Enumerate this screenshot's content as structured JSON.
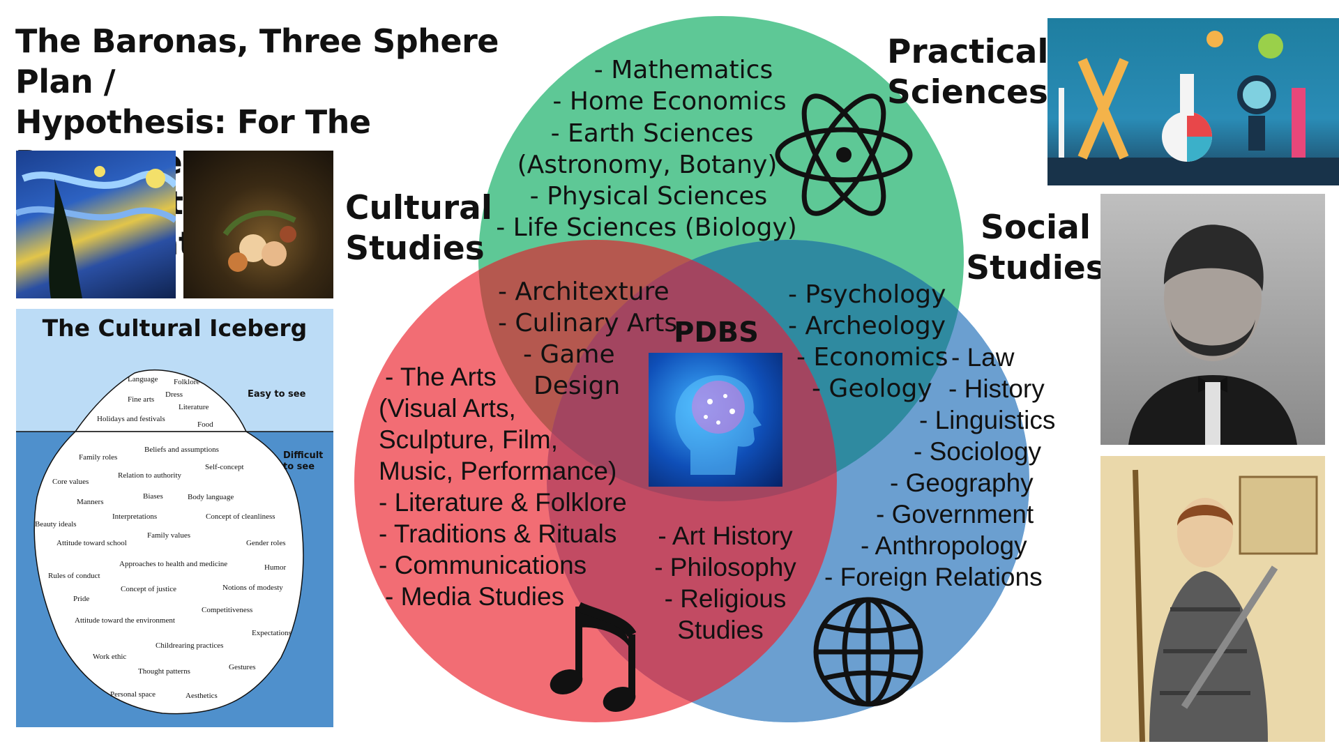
{
  "title": "The Baronas, Three Sphere Plan / Hypothesis: For The Betterment of Education and Globalization",
  "title_lines": [
    "The Baronas, Three Sphere Plan /",
    "Hypothesis: For The Betterment",
    "of Education and Globalization"
  ],
  "spheres": {
    "practical": {
      "label_lines": [
        "Practical",
        "Sciences"
      ],
      "color": "#5ec896"
    },
    "cultural": {
      "label_lines": [
        "Cultural",
        "Studies"
      ],
      "color": "#f26d74"
    },
    "social": {
      "label_lines": [
        "Social",
        "Studies"
      ],
      "color": "#4f93cf"
    }
  },
  "regions": {
    "practical_only": [
      "- Mathematics",
      "- Home Economics",
      "- Earth Sciences",
      "(Astronomy, Botany)",
      "- Physical Sciences",
      "- Life Sciences (Biology)"
    ],
    "cultural_practical": [
      "- Architexture",
      "- Culinary Arts",
      "- Game",
      "Design"
    ],
    "practical_social": [
      "- Psychology",
      "- Archeology",
      "- Economics",
      "- Geology"
    ],
    "center": "PDBS",
    "cultural_only": [
      "- The Arts",
      "(Visual Arts,",
      "Sculpture, Film,",
      "Music, Performance)",
      "- Literature & Folklore",
      "- Traditions & Rituals",
      "- Communications",
      "- Media Studies"
    ],
    "cultural_social": [
      "- Art History",
      "- Philosophy",
      "- Religious",
      "Studies"
    ],
    "social_only": [
      "- Law",
      "- History",
      "- Linguistics",
      "- Sociology",
      "- Geography",
      "- Government",
      "- Anthropology",
      "- Foreign Relations"
    ]
  },
  "icons": [
    "atom-icon",
    "music-note-icon",
    "globe-icon",
    "brain-head-icon"
  ],
  "iceberg": {
    "title": "The Cultural Iceberg",
    "easy_label": "Easy to see",
    "difficult_label_lines": [
      "Difficult",
      "to see"
    ],
    "above": [
      "Language",
      "Folklore",
      "Dress",
      "Fine arts",
      "Literature",
      "Holidays and festivals",
      "Food"
    ],
    "below": [
      "Beliefs and assumptions",
      "Family roles",
      "Self-concept",
      "Relation to authority",
      "Core values",
      "Manners",
      "Biases",
      "Body language",
      "Interpretations",
      "Concept of cleanliness",
      "Beauty ideals",
      "Family values",
      "Attitude toward school",
      "Gender roles",
      "Approaches to health and medicine",
      "Humor",
      "Rules of conduct",
      "Concept of justice",
      "Notions of modesty",
      "Pride",
      "Competitiveness",
      "Attitude toward the environment",
      "Expectations",
      "Childrearing practices",
      "Work ethic",
      "Gestures",
      "Thought patterns",
      "Personal space",
      "Aesthetics"
    ]
  }
}
